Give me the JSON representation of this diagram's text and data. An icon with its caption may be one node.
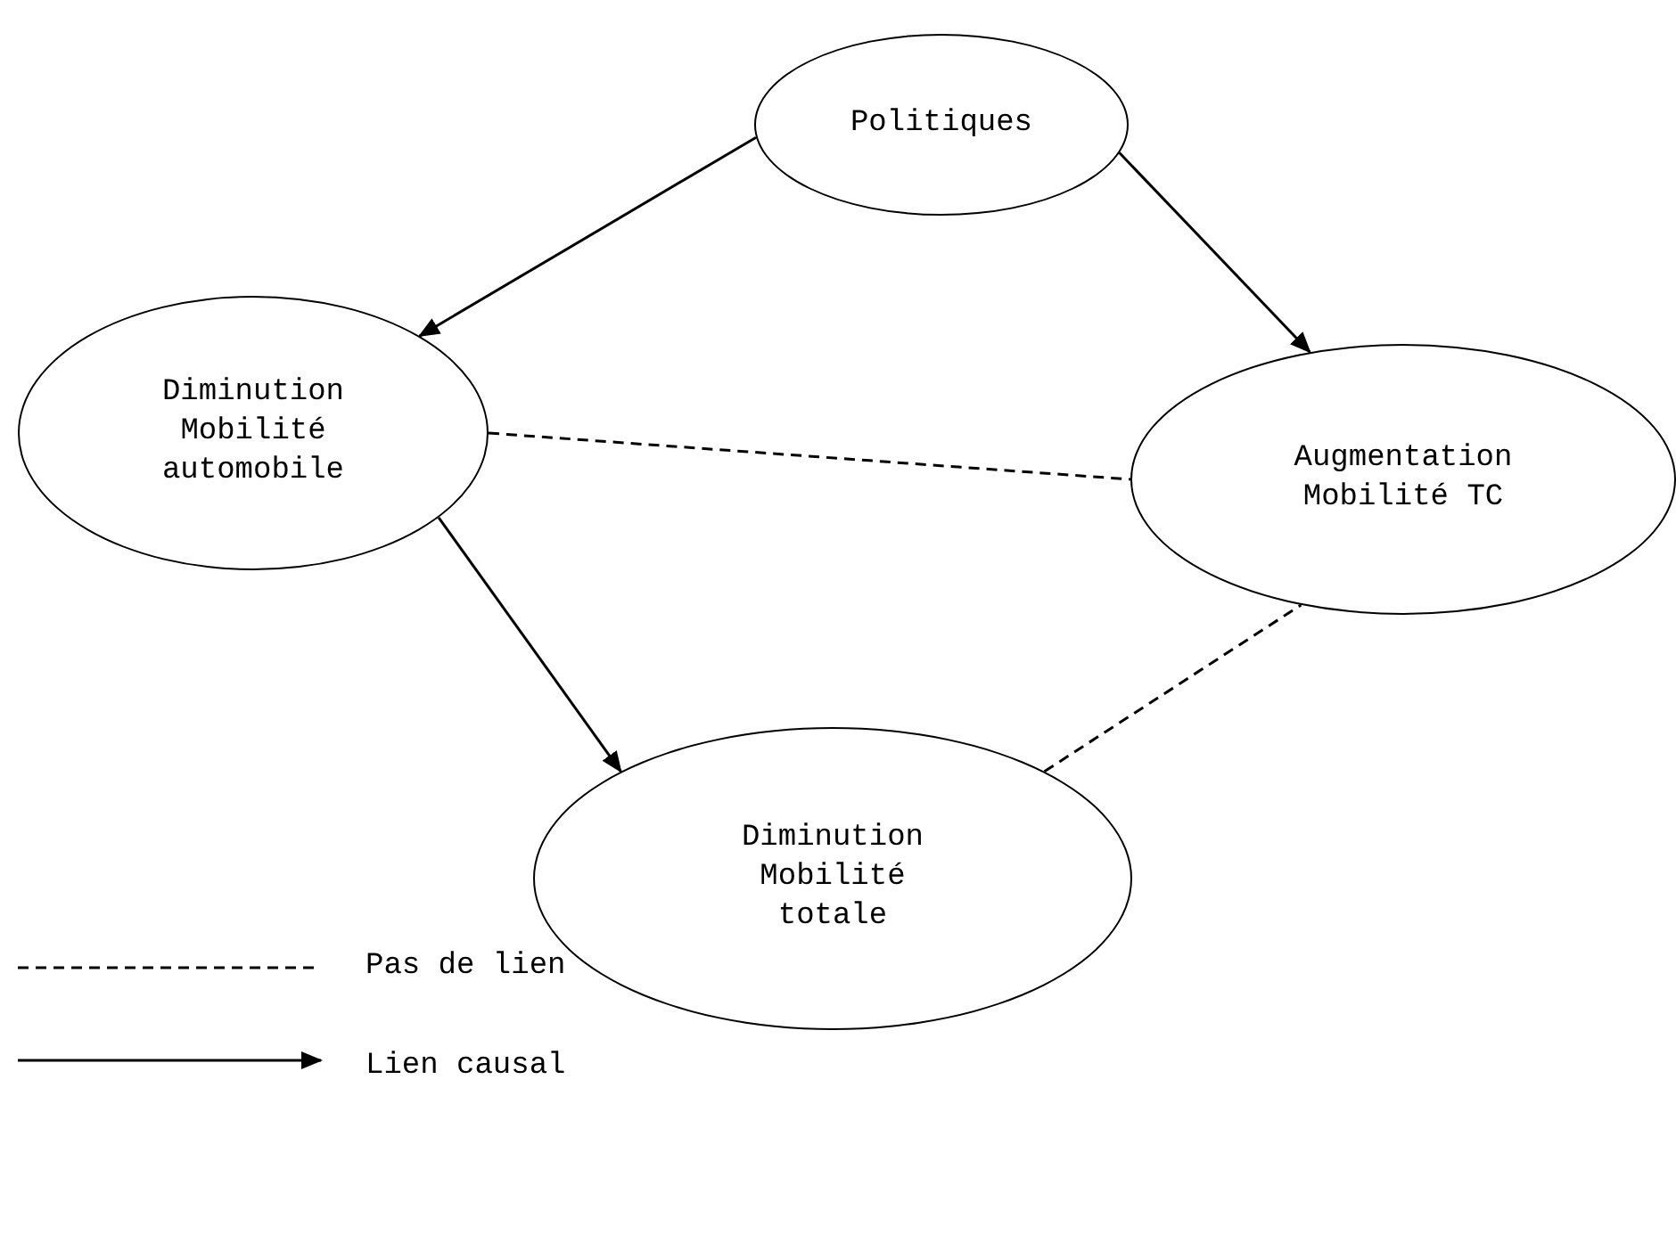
{
  "diagram": {
    "nodes": [
      {
        "text": [
          "Politiques"
        ]
      },
      {
        "text": [
          "Diminution Mobilité automobile"
        ]
      },
      {
        "text": [
          "Augmentation Mobilité TC"
        ]
      },
      {
        "text": [
          "Diminution Mobilité totale"
        ]
      }
    ],
    "edges": [
      {
        "from": 0,
        "to": 1,
        "arrow": "to"
      },
      {
        "from": 0,
        "to": 2,
        "arrow": "to"
      },
      {
        "from": 1,
        "to": 2,
        "arrow": "none",
        "style": "dashed"
      },
      {
        "from": 1,
        "to": 3,
        "arrow": "to"
      },
      {
        "from": 3,
        "to": 2,
        "arrow": "none",
        "style": "dashed"
      }
    ],
    "legend": [
      {
        "text": "Pas de lien"
      },
      {
        "text": "Lien causal"
      }
    ]
  }
}
